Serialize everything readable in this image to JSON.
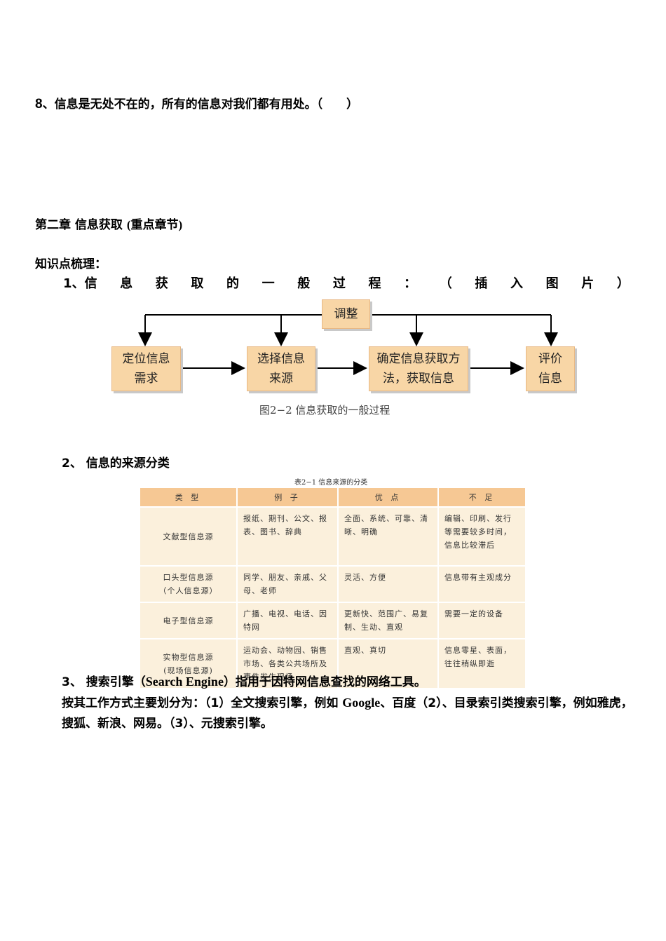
{
  "question8": {
    "number": "8",
    "text": "、信息是无处不在的，所有的信息对我们都有用处。（　　）"
  },
  "chapter": {
    "title": "第二章  信息获取 ",
    "note": "(重点章节)"
  },
  "knowledge_label": "知识点梳理：",
  "item1": {
    "chars": [
      "1、信",
      "息",
      "获",
      "取",
      "的",
      "一",
      "般",
      "过",
      "程",
      "：",
      "（",
      "插",
      "入",
      "图",
      "片",
      "）"
    ]
  },
  "flowchart": {
    "adjust": "调整",
    "box1": [
      "定位信息",
      "需求"
    ],
    "box2": [
      "选择信息",
      "来源"
    ],
    "box3": [
      "确定信息获取方",
      "法，获取信息"
    ],
    "box4": [
      "评价",
      "信息"
    ],
    "caption": "图2−2  信息获取的一般过程"
  },
  "item2": "2、 信息的来源分类",
  "table": {
    "caption": "表2−1  信息来源的分类",
    "headers": [
      "类 型",
      "例 子",
      "优 点",
      "不 足"
    ],
    "rows": [
      {
        "type": [
          "文献型信息源"
        ],
        "example": "报纸、期刊、公文、报表、图书、辞典",
        "pros": "全面、系统、可靠、清晰、明确",
        "cons": "编辑、印刷、发行等需要较多时间，信息比较滞后"
      },
      {
        "type": [
          "口头型信息源",
          "（个人信息源）"
        ],
        "example": "同学、朋友、亲戚、父母、老师",
        "pros": "灵活、方便",
        "cons": "信息带有主观成分"
      },
      {
        "type": [
          "电子型信息源"
        ],
        "example": "广播、电视、电话、因特网",
        "pros": "更新快、范围广、易复制、生动、直观",
        "cons": "需要一定的设备"
      },
      {
        "type": [
          "实物型信息源",
          "(现场信息源)"
        ],
        "example": "运动会、动物园、销售市场、各类公共场所及事件发生现场",
        "pros": "直观、真切",
        "cons": "信息零星、表面，往往稍纵即逝"
      }
    ]
  },
  "item3": {
    "line1_a": "3、 搜索引擎（",
    "line1_en": "Search Engine",
    "line1_b": "）指用于因特网信息查找的网络工具。",
    "line2_a": "按其工作方式主要划分为：（1）全文搜索引擎，例如 ",
    "line2_en": "Google",
    "line2_b": "、百度（2）、目录索引类搜索引擎，例如雅虎，搜狐、新浪、网易。（3）、元搜索引擎。"
  }
}
